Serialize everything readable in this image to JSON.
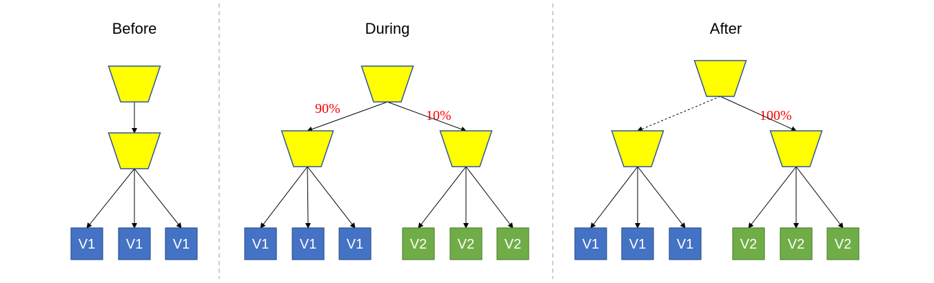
{
  "panels": [
    {
      "title": "Before",
      "root_edges": [],
      "children": [
        {
          "leaves": [
            "V1",
            "V1",
            "V1"
          ]
        }
      ]
    },
    {
      "title": "During",
      "root_edges": [
        {
          "label": "90%",
          "style": "solid"
        },
        {
          "label": "10%",
          "style": "solid"
        }
      ],
      "children": [
        {
          "leaves": [
            "V1",
            "V1",
            "V1"
          ]
        },
        {
          "leaves": [
            "V2",
            "V2",
            "V2"
          ]
        }
      ]
    },
    {
      "title": "After",
      "root_edges": [
        {
          "label": "",
          "style": "dashed"
        },
        {
          "label": "100%",
          "style": "solid"
        }
      ],
      "children": [
        {
          "leaves": [
            "V1",
            "V1",
            "V1"
          ]
        },
        {
          "leaves": [
            "V2",
            "V2",
            "V2"
          ]
        }
      ]
    }
  ],
  "colors": {
    "trapezoid_fill": "#FFFF00",
    "trapezoid_stroke": "#2F5597",
    "v1_fill": "#4472C4",
    "v1_stroke": "#2F5597",
    "v2_fill": "#70AD47",
    "v2_stroke": "#548235",
    "percent_text": "#FF0000",
    "divider": "#AAAAAA"
  }
}
